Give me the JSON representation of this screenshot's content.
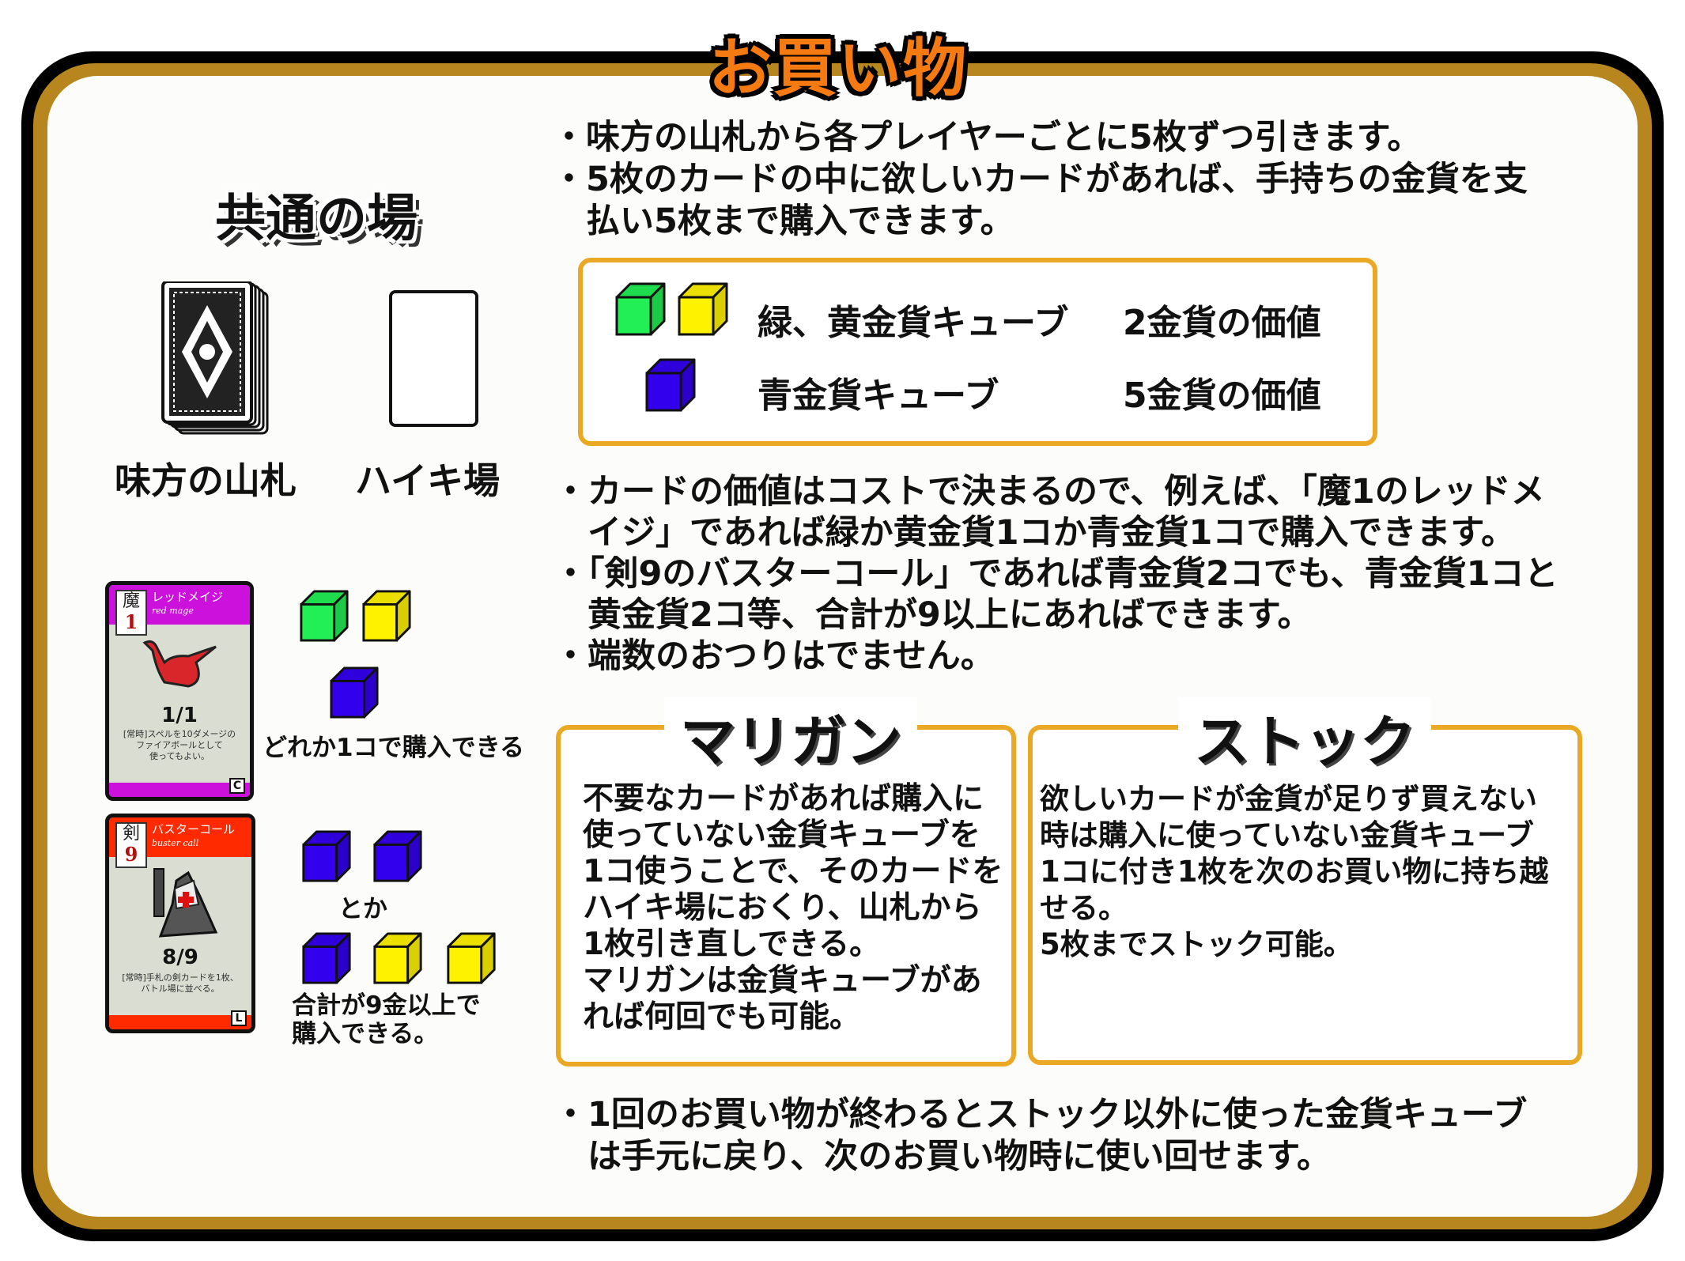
{
  "title": "お買い物",
  "common_area": {
    "heading": "共通の場",
    "deck_label": "味方の山札",
    "discard_label": "ハイキ場"
  },
  "intro_bullets": [
    "・味方の山札から各プレイヤーごとに5枚ずつ引きます。",
    "・5枚のカードの中に欲しいカードがあれば、手持ちの金貨を支",
    "　払い5枚まで購入できます。"
  ],
  "value_box": {
    "rows": [
      {
        "label": "緑、黄金貨キューブ",
        "value": "2金貨の価値"
      },
      {
        "label": "青金貨キューブ",
        "value": "5金貨の価値"
      }
    ]
  },
  "rule_bullets": [
    "・カードの価値はコストで決まるので、例えば、「魔1のレッドメ",
    "　イジ」であれば緑か黄金貨1コか青金貨1コで購入できます。",
    "・「剣9のバスターコール」であれば青金貨2コでも、青金貨1コと",
    "　黄金貨2コ等、合計が9以上にあればできます。",
    "・端数のおつりはでません。"
  ],
  "colors": {
    "green": "#22ee55",
    "yellow": "#fff200",
    "blue": "#3300ee",
    "gold": "#eaa824",
    "orange": "#f57a12"
  },
  "examples": {
    "card1": {
      "type": "魔",
      "cost": "1",
      "name": "レッドメイジ",
      "name_en": "red mage",
      "stats": "1/1",
      "desc": [
        "[常時]スペルを10ダメージの",
        "ファイアボールとして",
        "使ってもよい。"
      ],
      "rarity": "C"
    },
    "card2": {
      "type": "剣",
      "cost": "9",
      "name": "バスターコール",
      "name_en": "buster call",
      "stats": "8/9",
      "desc": [
        "[常時]手札の剣カードを1枚、",
        "バトル場に並べる。"
      ],
      "rarity": "L"
    },
    "caption1": "どれか1コで購入できる",
    "or_label": "とか",
    "caption2": [
      "合計が9金以上で",
      "購入できる。"
    ]
  },
  "mulligan": {
    "title": "マリガン",
    "lines": [
      "不要なカードがあれば購入に",
      "使っていない金貨キューブを",
      "1コ使うことで、そのカードを",
      "ハイキ場におくり、山札から",
      "1枚引き直しできる。",
      "マリガンは金貨キューブがあ",
      "れば何回でも可能。"
    ]
  },
  "stock": {
    "title": "ストック",
    "lines": [
      "欲しいカードが金貨が足りず買えない",
      "時は購入に使っていない金貨キューブ",
      "1コに付き1枚を次のお買い物に持ち越",
      "せる。",
      "5枚までストック可能。"
    ]
  },
  "closing_bullets": [
    "・1回のお買い物が終わるとストック以外に使った金貨キューブ",
    "　は手元に戻り、次のお買い物時に使い回せます。"
  ]
}
